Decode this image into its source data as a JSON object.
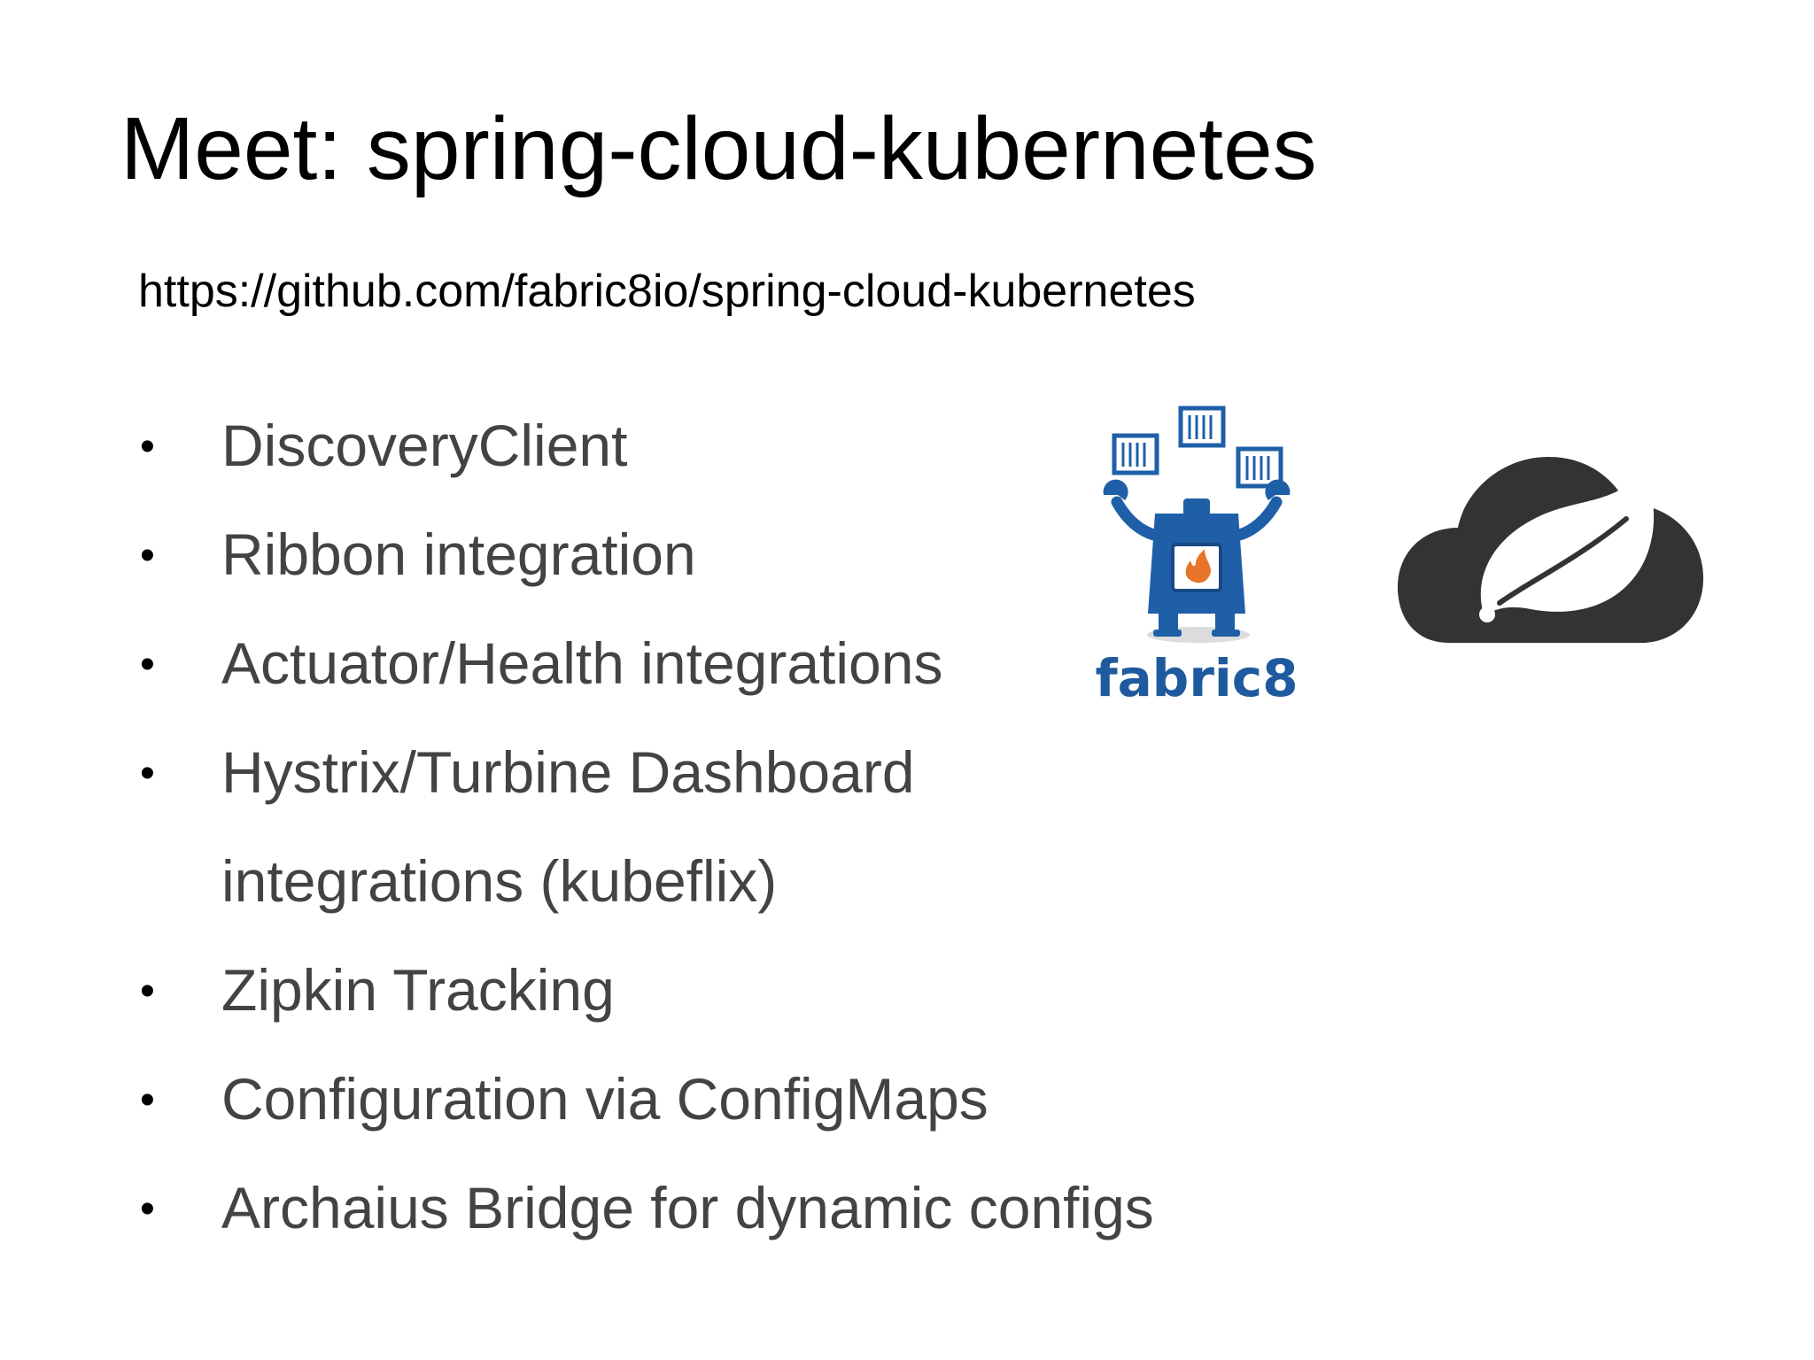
{
  "slide": {
    "title": "Meet: spring-cloud-kubernetes",
    "url": "https://github.com/fabric8io/spring-cloud-kubernetes",
    "bullet_glyph": "•",
    "bullets": [
      {
        "lines": [
          "DiscoveryClient"
        ]
      },
      {
        "lines": [
          "Ribbon integration"
        ]
      },
      {
        "lines": [
          "Actuator/Health integrations"
        ]
      },
      {
        "lines": [
          "Hystrix/Turbine Dashboard",
          "integrations (kubeflix)"
        ]
      },
      {
        "lines": [
          "Zipkin Tracking"
        ]
      },
      {
        "lines": [
          "Configuration via ConfigMaps"
        ]
      },
      {
        "lines": [
          "Archaius Bridge for dynamic configs"
        ]
      }
    ]
  },
  "logos": {
    "fabric8": {
      "icon": "fabric8-mascot-icon",
      "wordmark": "fabric8",
      "colors": {
        "primary": "#1f5fa8",
        "flame": "#e8742a",
        "wordmark": "#1f5a9e"
      }
    },
    "spring_cloud": {
      "icon": "spring-cloud-icon",
      "colors": {
        "cloud": "#333333",
        "leaf": "#ffffff"
      }
    }
  },
  "colors": {
    "background": "#ffffff",
    "title": "#000000",
    "body_text": "#434343"
  }
}
